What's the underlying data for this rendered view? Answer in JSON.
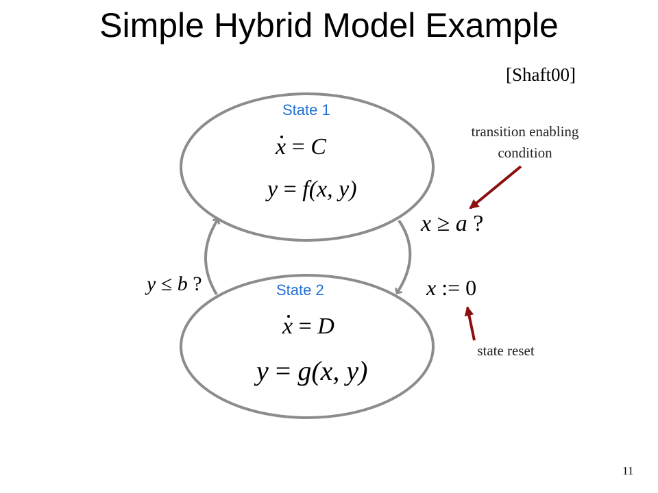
{
  "title": "Simple Hybrid Model Example",
  "citation": "[Shaft00]",
  "states": [
    {
      "label": "State 1",
      "eq_dot_lhs": "x",
      "eq_dot_rhs": "C",
      "eq_out_lhs": "y",
      "eq_out_rhs": "f(x, y)"
    },
    {
      "label": "State 2",
      "eq_dot_lhs": "x",
      "eq_dot_rhs": "D",
      "eq_out_lhs": "y",
      "eq_out_rhs": "g(x, y)"
    }
  ],
  "guards": {
    "to_state2": {
      "lhs": "x",
      "op": "≥",
      "rhs": "a",
      "q": "?"
    },
    "to_state1": {
      "lhs": "y",
      "op": "≤",
      "rhs": "b",
      "q": "?"
    }
  },
  "reset": {
    "lhs": "x",
    "op": ":=",
    "rhs": "0"
  },
  "annotations": {
    "guard_note_line1": "transition enabling",
    "guard_note_line2": "condition",
    "reset_note": "state reset"
  },
  "page_number": "11",
  "colors": {
    "state_label": "#1f6fd9",
    "ellipse_stroke": "#8c8c8c",
    "annotation_arrow": "#8b0f0f"
  }
}
